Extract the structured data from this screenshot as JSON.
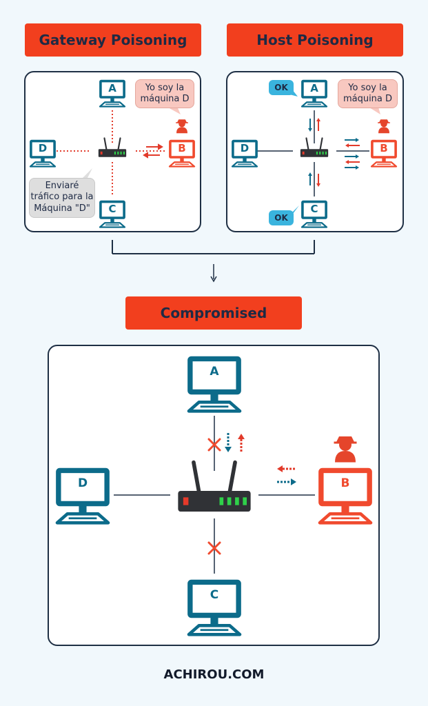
{
  "banners": {
    "gateway": "Gateway Poisoning",
    "host": "Host Poisoning",
    "compromised": "Compromised"
  },
  "machines": {
    "a": "A",
    "b": "B",
    "c": "C",
    "d": "D"
  },
  "bubbles": {
    "im_machine_d": "Yo soy la máquina D",
    "will_send_traffic": "Enviaré tráfico para la Máquina \"D\"",
    "ok": "OK"
  },
  "footer": {
    "brand": "ACHIROU.COM"
  },
  "colors": {
    "banner": "#f23f1e",
    "navy": "#1e2f44",
    "computer_blue": "#0c6b8a",
    "attacker_red": "#f04a2e",
    "ok_bubble": "#3ab4de",
    "router_body": "#303236",
    "led_green": "#2fd14a",
    "led_red": "#e53a2a"
  },
  "icons": {
    "computer": "computer-monitor-icon",
    "router": "router-icon",
    "attacker": "hacker-icon",
    "blocked": "x-mark-icon",
    "arrow": "arrow-icon"
  }
}
